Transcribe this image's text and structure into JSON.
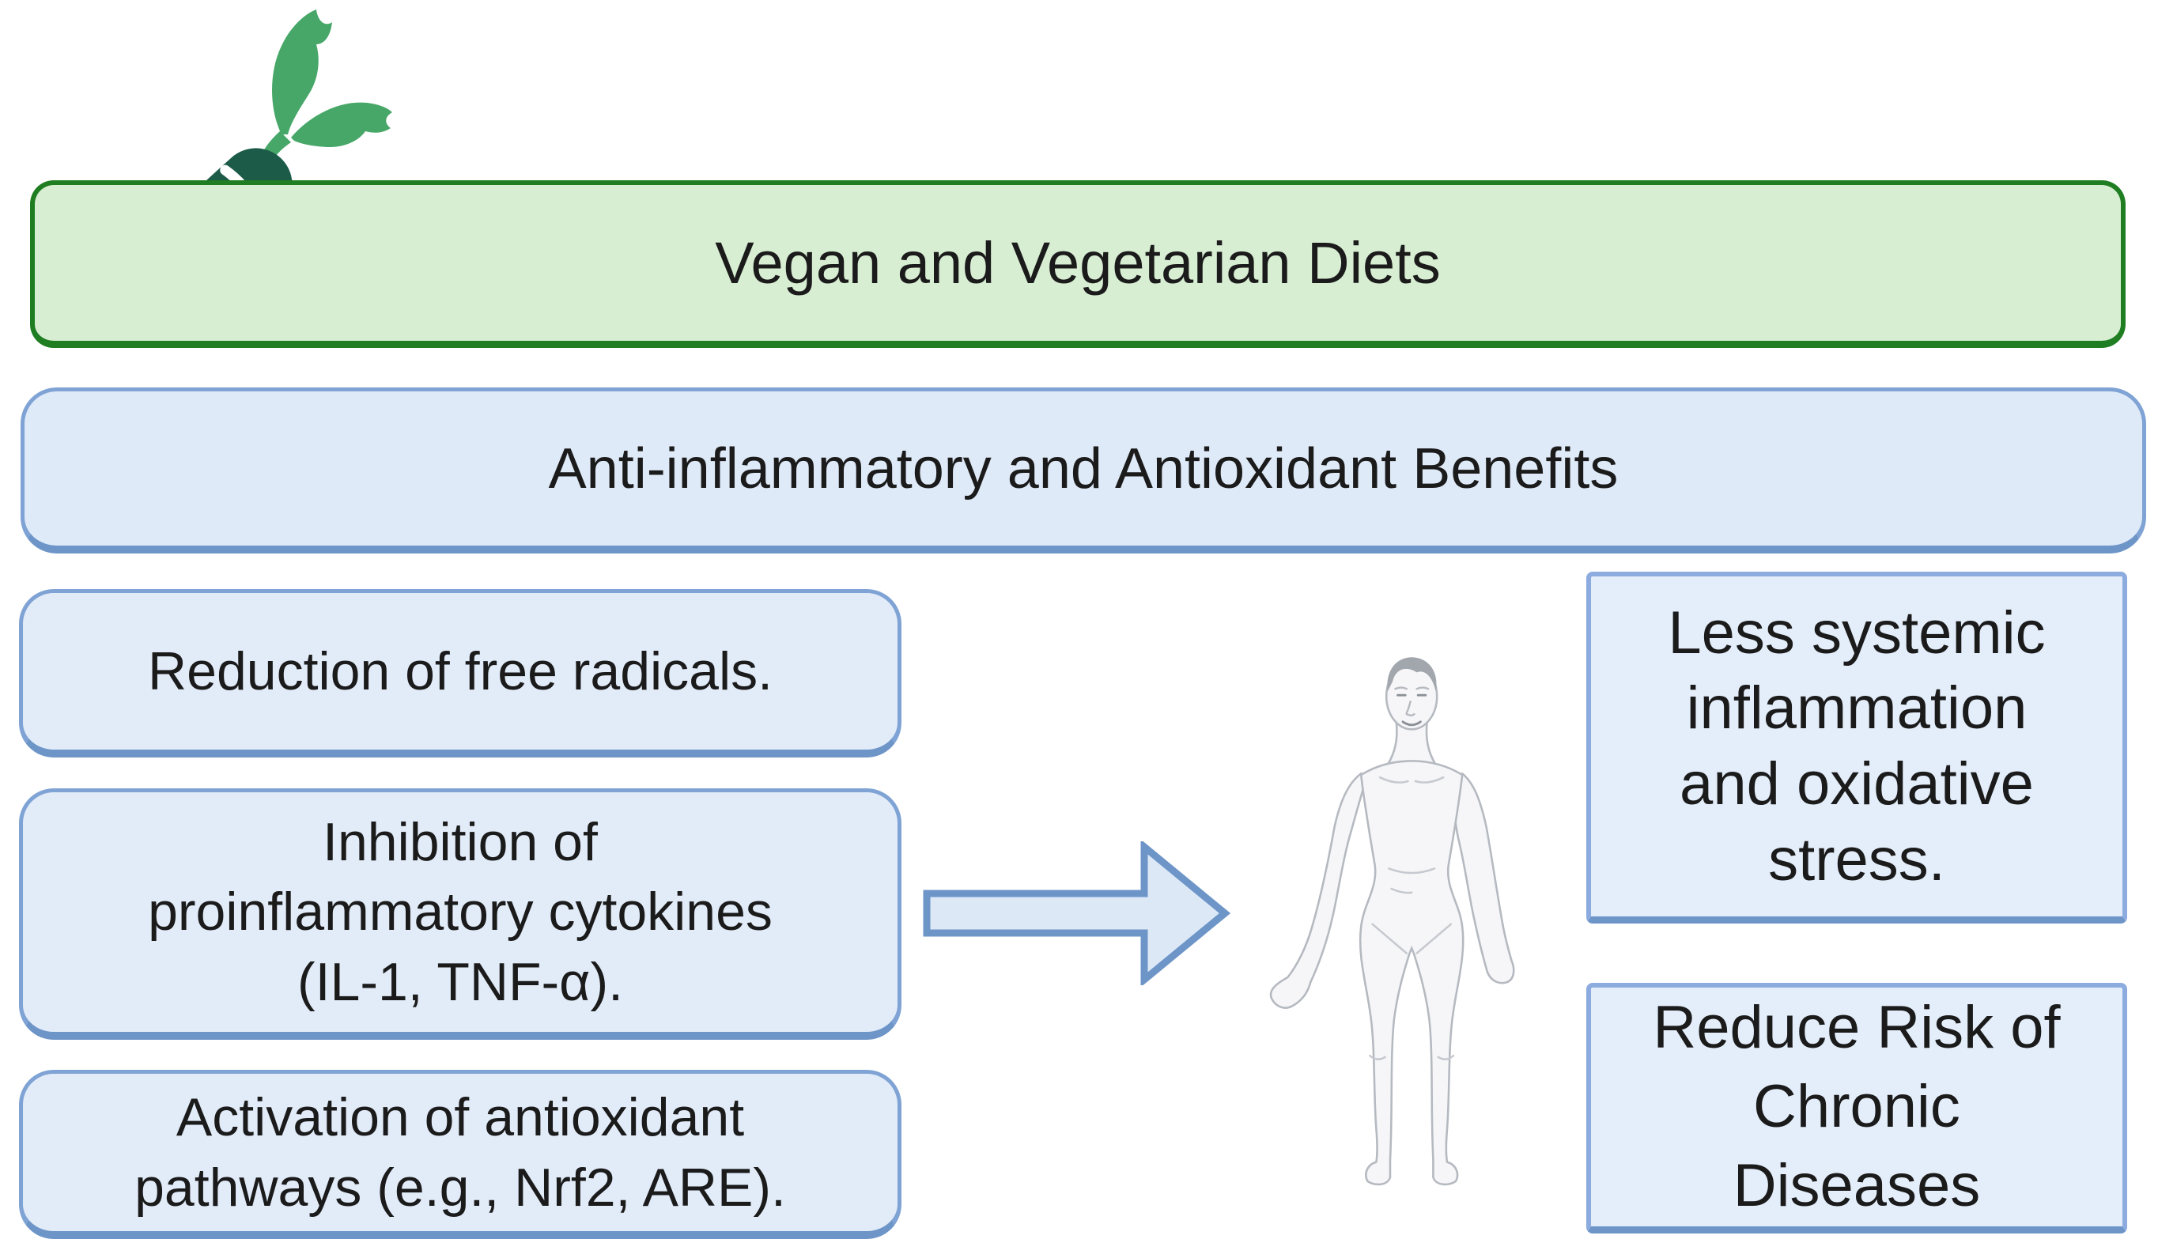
{
  "palette": {
    "page_bg": "#ffffff",
    "text": "#1b1b1b",
    "green_fill": "#d8eed3",
    "green_border": "#1f7d22",
    "carrot_body": "#1d5b49",
    "carrot_leaf": "#47a768",
    "blue_fill": "#e2ecf9",
    "blue_banner_fill": "#dfeaf8",
    "blue_border": "#7fa3d4",
    "blue_border_dark": "#6d95c8",
    "rect_fill": "#e4eefa",
    "rect_border": "#8cabdf",
    "arrow_fill": "#dce8f6",
    "arrow_border": "#6d95c8",
    "figure_fill": "#f6f6f8",
    "figure_stroke": "#b5b9c0",
    "figure_hair": "#a2a7ae"
  },
  "title_banner": {
    "label": "Vegan and Vegetarian Diets"
  },
  "subtitle_banner": {
    "label": "Anti-inflammatory and Antioxidant Benefits"
  },
  "mechanism_boxes": [
    {
      "label": "Reduction of free radicals."
    },
    {
      "label": "Inhibition of\nproinflammatory cytokines\n(IL-1, TNF-α)."
    },
    {
      "label": "Activation of antioxidant\npathways (e.g., Nrf2, ARE)."
    }
  ],
  "outcome_boxes": [
    {
      "label": "Less systemic\ninflammation\nand oxidative\nstress."
    },
    {
      "label": "Reduce Risk of\nChronic\nDiseases"
    }
  ],
  "icons": {
    "carrot": "carrot-icon",
    "arrow": "right-arrow-icon",
    "human": "human-body-figure"
  }
}
